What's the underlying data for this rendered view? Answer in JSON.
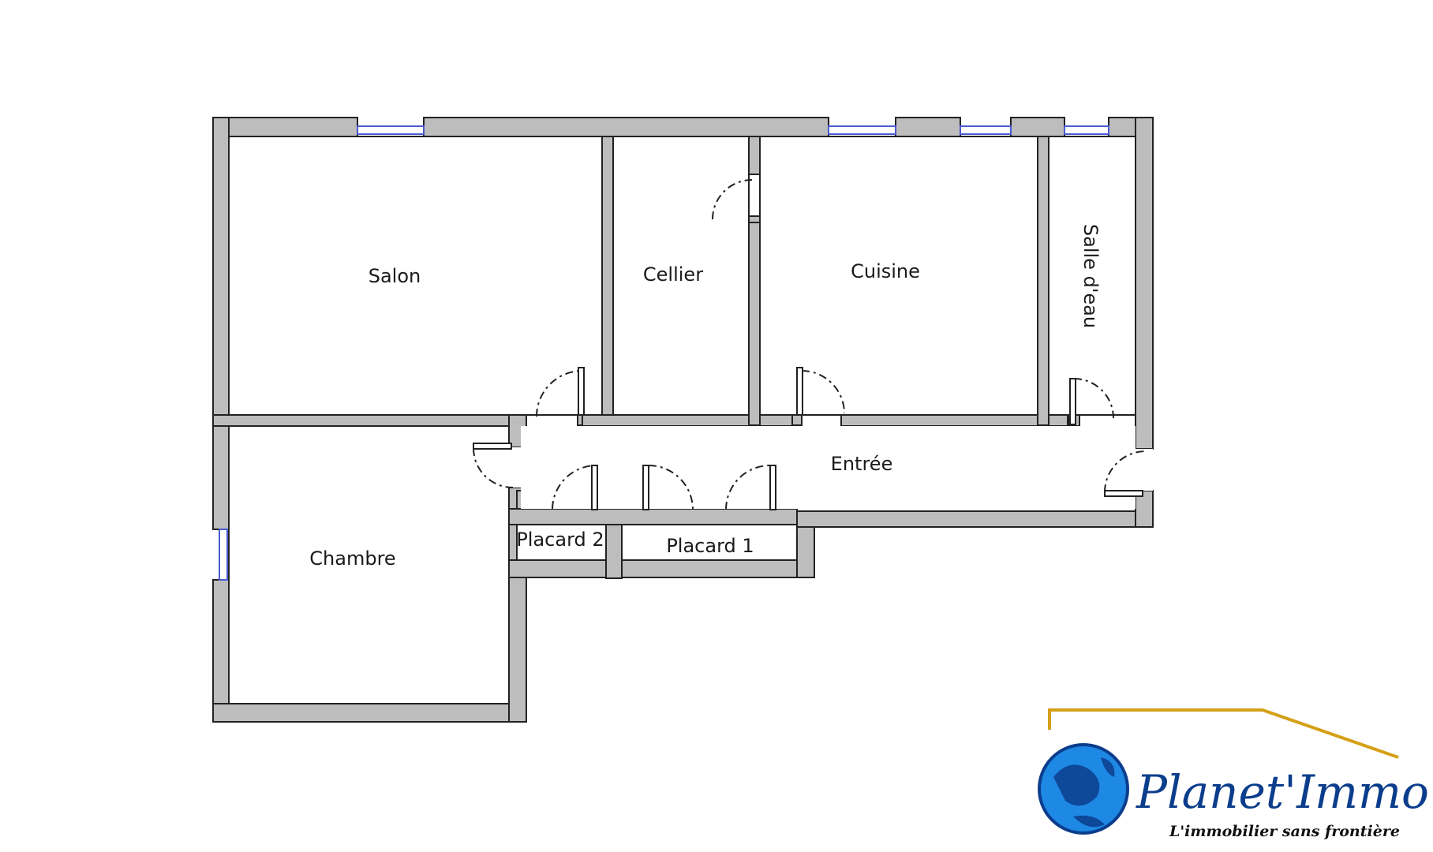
{
  "rooms": {
    "salon": "Salon",
    "cellier": "Cellier",
    "cuisine": "Cuisine",
    "salle_eau": "Salle d'eau",
    "chambre": "Chambre",
    "entree": "Entrée",
    "placard_1": "Placard 1",
    "placard_2": "Placard 2"
  },
  "brand": {
    "name": "Planet'Immo",
    "tagline": "L'immobilier sans frontière",
    "colors": {
      "primary": "#0b3d8c",
      "accent": "#d4a017",
      "globe": "#1e88e5"
    }
  },
  "colors": {
    "wall_fill": "#bdbdbd",
    "wall_stroke": "#222222",
    "window": "#4a5bd4",
    "door": "#222222"
  }
}
